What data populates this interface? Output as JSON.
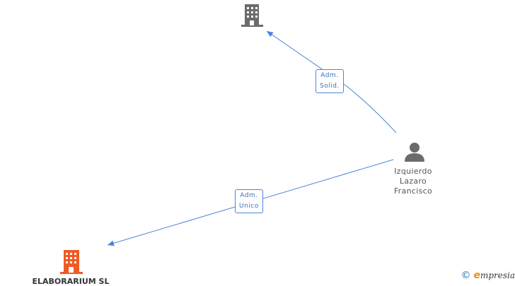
{
  "diagram": {
    "nodes": {
      "top_company": {
        "kind": "company",
        "color": "#6b6b6b"
      },
      "person": {
        "kind": "person",
        "color": "#6b6b6b",
        "name_lines": [
          "Izquierdo",
          "Lazaro",
          "Francisco"
        ]
      },
      "company": {
        "kind": "company",
        "color": "#f05a22",
        "name": "ELABORARIUM SL"
      }
    },
    "edges": [
      {
        "from": "person",
        "to": "top_company",
        "label_lines": [
          "Adm.",
          "Solid."
        ]
      },
      {
        "from": "person",
        "to": "company",
        "label_lines": [
          "Adm.",
          "Unico"
        ]
      }
    ],
    "edge_color": "#4a86d8"
  },
  "brand": {
    "copyright": "©",
    "initial": "e",
    "rest": "mpresia"
  }
}
